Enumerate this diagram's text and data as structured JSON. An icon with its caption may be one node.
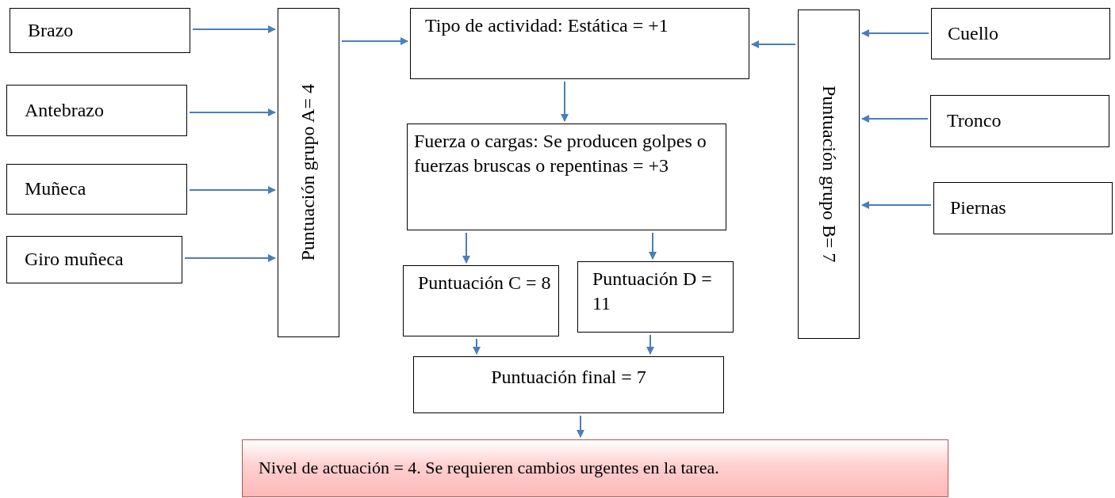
{
  "diagram": {
    "nodes": [
      {
        "text": [
          "Brazo"
        ]
      },
      {
        "text": [
          "Antebrazo"
        ]
      },
      {
        "text": [
          "Muñeca"
        ]
      },
      {
        "text": [
          "Giro muñeca"
        ]
      },
      {
        "text": [
          "Puntuación grupo A= 4"
        ]
      },
      {
        "text": [
          "Tipo de actividad: Estática = +1"
        ]
      },
      {
        "text": [
          "Fuerza o cargas: Se producen golpes o fuerzas bruscas o repentinas = +3"
        ]
      },
      {
        "text": [
          "Puntuación C = 8"
        ]
      },
      {
        "text": [
          "Puntuación D = 11"
        ]
      },
      {
        "text": [
          "Puntuación final = 7"
        ]
      },
      {
        "text": [
          "Nivel de actuación = 4. Se requieren cambios urgentes en la tarea."
        ]
      },
      {
        "text": [
          "Puntuación grupo B= 7"
        ]
      },
      {
        "text": [
          "Cuello"
        ]
      },
      {
        "text": [
          "Tronco"
        ]
      },
      {
        "text": [
          "Piernas"
        ]
      }
    ],
    "edges": [
      {
        "from": 0,
        "to": 4,
        "arrow": "to"
      },
      {
        "from": 1,
        "to": 4,
        "arrow": "to"
      },
      {
        "from": 2,
        "to": 4,
        "arrow": "to"
      },
      {
        "from": 3,
        "to": 4,
        "arrow": "to"
      },
      {
        "from": 4,
        "to": 5,
        "arrow": "to"
      },
      {
        "from": 11,
        "to": 5,
        "arrow": "to"
      },
      {
        "from": 12,
        "to": 11,
        "arrow": "to"
      },
      {
        "from": 13,
        "to": 11,
        "arrow": "to"
      },
      {
        "from": 14,
        "to": 11,
        "arrow": "to"
      },
      {
        "from": 5,
        "to": 6,
        "arrow": "to"
      },
      {
        "from": 6,
        "to": 7,
        "arrow": "to"
      },
      {
        "from": 6,
        "to": 8,
        "arrow": "to"
      },
      {
        "from": 7,
        "to": 9,
        "arrow": "to"
      },
      {
        "from": 8,
        "to": 9,
        "arrow": "to"
      },
      {
        "from": 9,
        "to": 10,
        "arrow": "to"
      }
    ]
  }
}
